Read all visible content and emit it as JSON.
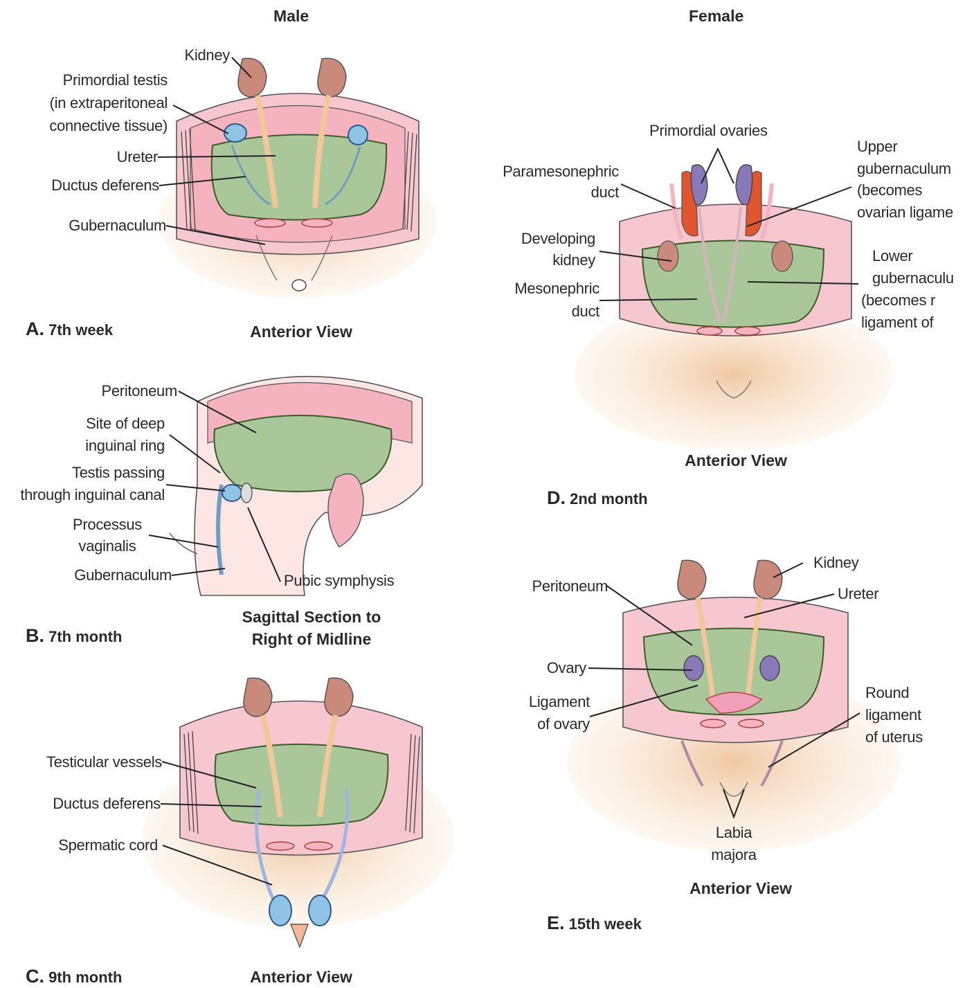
{
  "headers": {
    "male": "Male",
    "female": "Female"
  },
  "panels": {
    "a": {
      "letter": "A.",
      "label": "7th week",
      "view": "Anterior View"
    },
    "b": {
      "letter": "B.",
      "label": "7th month",
      "view_line1": "Sagittal Section to",
      "view_line2": "Right of Midline"
    },
    "c": {
      "letter": "C.",
      "label": "9th month",
      "view": "Anterior View"
    },
    "d": {
      "letter": "D.",
      "label": "2nd month",
      "view": "Anterior View"
    },
    "e": {
      "letter": "E.",
      "label": "15th week",
      "view": "Anterior View"
    }
  },
  "labels_a": {
    "kidney": "Kidney",
    "testis_1": "Primordial testis",
    "testis_2": "(in extraperitoneal",
    "testis_3": "connective tissue)",
    "ureter": "Ureter",
    "ductus": "Ductus deferens",
    "gubernaculum": "Gubernaculum"
  },
  "labels_b": {
    "peritoneum": "Peritoneum",
    "deep_1": "Site of deep",
    "deep_2": "inguinal ring",
    "testis_1": "Testis passing",
    "testis_2": "through inguinal canal",
    "processus_1": "Processus",
    "processus_2": "vaginalis",
    "gubernaculum": "Gubernaculum",
    "pubic": "Pubic symphysis"
  },
  "labels_c": {
    "vessels": "Testicular vessels",
    "ductus": "Ductus deferens",
    "cord": "Spermatic cord"
  },
  "labels_d": {
    "ovaries": "Primordial ovaries",
    "parameso_1": "Paramesonephric",
    "parameso_2": "duct",
    "upper_1": "Upper",
    "upper_2": "gubernaculum",
    "upper_3": "(becomes",
    "upper_4": "ovarian ligame",
    "kidney_1": "Developing",
    "kidney_2": "kidney",
    "meso_1": "Mesonephric",
    "meso_2": "duct",
    "lower_1": "Lower",
    "lower_2": "gubernaculu",
    "lower_3": "(becomes r",
    "lower_4": "ligament of"
  },
  "labels_e": {
    "kidney": "Kidney",
    "ureter": "Ureter",
    "peritoneum": "Peritoneum",
    "ovary": "Ovary",
    "lig_1": "Ligament",
    "lig_2": "of ovary",
    "round_1": "Round",
    "round_2": "ligament",
    "round_3": "of uterus",
    "labia_1": "Labia",
    "labia_2": "majora"
  },
  "colors": {
    "kidney": "#c98a7c",
    "peritoneum": "#aac79a",
    "wall": "#f2b9c3",
    "skin": "#f7dcc3",
    "testis": "#8fc4e6",
    "ovary": "#8a79b8",
    "vessel_red": "#e0542e",
    "ureter": "#f2c79a"
  }
}
